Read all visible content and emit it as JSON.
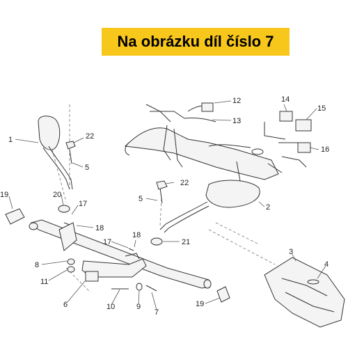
{
  "banner": {
    "text": "Na obrázku díl číslo 7",
    "background": "#f7c71c",
    "text_color": "#000000"
  },
  "callouts": [
    "1",
    "2",
    "3",
    "4",
    "5",
    "5",
    "6",
    "7",
    "8",
    "9",
    "10",
    "11",
    "12",
    "13",
    "14",
    "15",
    "16",
    "17",
    "17",
    "18",
    "18",
    "19",
    "19",
    "20",
    "21",
    "22",
    "22"
  ]
}
